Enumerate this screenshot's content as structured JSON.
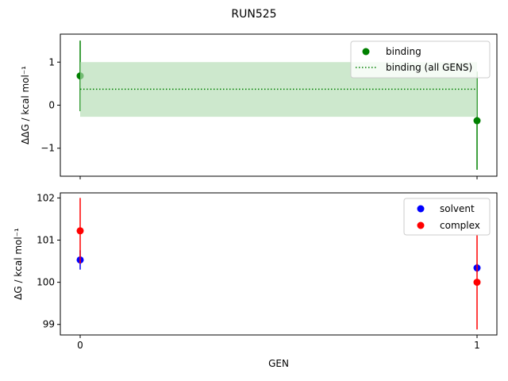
{
  "title": "RUN525",
  "colors": {
    "binding": "#008000",
    "band": "#b2dcb2",
    "solvent": "#0000ff",
    "complex": "#ff0000"
  },
  "chart_data": [
    {
      "type": "scatter",
      "ylabel": "ΔΔG / kcal mol⁻¹",
      "xlabel": "",
      "x_ticks": [
        0,
        1
      ],
      "show_x_tick_labels": false,
      "y_ticks": [
        -1,
        0,
        1
      ],
      "y_tick_labels": [
        "−1",
        "0",
        "1"
      ],
      "xlim": [
        -0.05,
        1.05
      ],
      "ylim": [
        -1.65,
        1.65
      ],
      "legend_placement": "upper right",
      "series": [
        {
          "name": "binding",
          "kind": "errorbar",
          "color": "#008000",
          "points": [
            {
              "x": 0,
              "y": 0.68,
              "err": 0.82
            },
            {
              "x": 1,
              "y": -0.36,
              "err": 1.14
            }
          ]
        },
        {
          "name": "binding (all GENS)",
          "kind": "hline",
          "style": "dotted",
          "color": "#008000",
          "y": 0.37,
          "band": [
            -0.27,
            1.0
          ],
          "x_range": [
            0,
            1
          ]
        }
      ]
    },
    {
      "type": "scatter",
      "ylabel": "ΔG / kcal mol⁻¹",
      "xlabel": "GEN",
      "x_ticks": [
        0,
        1
      ],
      "x_tick_labels": [
        "0",
        "1"
      ],
      "show_x_tick_labels": true,
      "y_ticks": [
        99,
        100,
        101,
        102
      ],
      "y_tick_labels": [
        "99",
        "100",
        "101",
        "102"
      ],
      "xlim": [
        -0.05,
        1.05
      ],
      "ylim": [
        98.75,
        102.12
      ],
      "legend_placement": "upper right",
      "series": [
        {
          "name": "solvent",
          "kind": "errorbar",
          "color": "#0000ff",
          "points": [
            {
              "x": 0,
              "y": 100.53,
              "err": 0.23
            },
            {
              "x": 1,
              "y": 100.34,
              "err": 0.1
            }
          ]
        },
        {
          "name": "complex",
          "kind": "errorbar",
          "color": "#ff0000",
          "points": [
            {
              "x": 0,
              "y": 101.22,
              "err": 0.78
            },
            {
              "x": 1,
              "y": 100.0,
              "err": 1.12
            }
          ]
        }
      ]
    }
  ]
}
